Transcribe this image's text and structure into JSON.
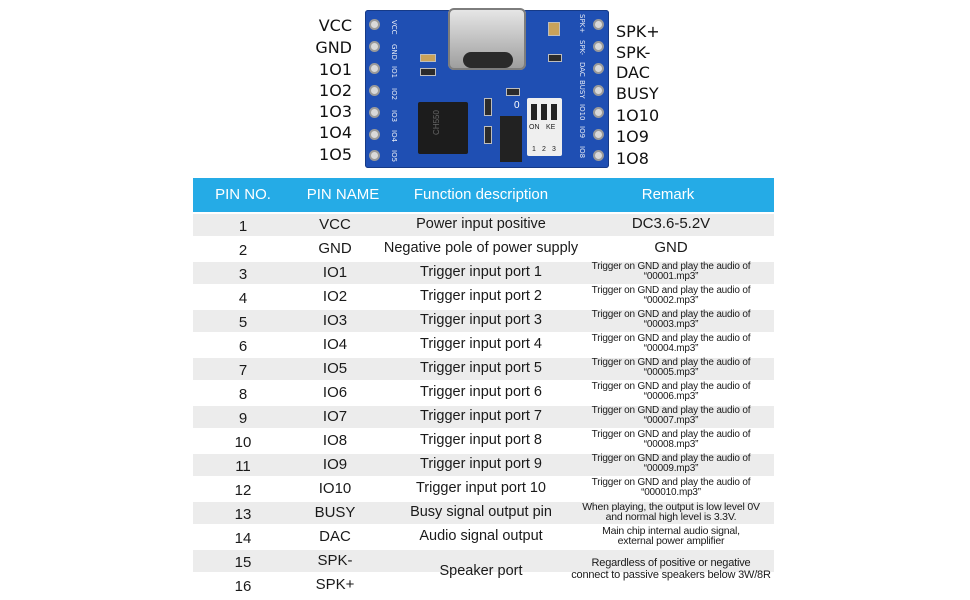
{
  "board": {
    "left_pins": [
      "VCC",
      "GND",
      "1O1",
      "1O2",
      "1O3",
      "1O4",
      "1O5"
    ],
    "right_pins": [
      "SPK+",
      "SPK-",
      "DAC",
      "BUSY",
      "1O10",
      "1O9",
      "1O8"
    ],
    "silk_left": [
      "VCC",
      "GND",
      "IO1",
      "IO2",
      "IO3",
      "IO4",
      "IO5"
    ],
    "silk_right": [
      "SPK+",
      "SPK-",
      "DAC",
      "BUSY",
      "IO10",
      "IO9",
      "IO8"
    ],
    "chip_mark": "CH550",
    "dip_labels": {
      "on": "ON",
      "ke": "KE",
      "nums": [
        "1",
        "2",
        "3"
      ]
    },
    "zero_mark": "0"
  },
  "table": {
    "headers": {
      "pin_no": "PIN NO.",
      "pin_name": "PIN NAME",
      "function": "Function description",
      "remark": "Remark"
    },
    "rows": [
      {
        "no": "1",
        "name": "VCC",
        "func": "Power input positive",
        "remark": "DC3.6-5.2V",
        "remark_small": false
      },
      {
        "no": "2",
        "name": "GND",
        "func": "Negative pole of power supply",
        "remark": "GND",
        "remark_small": false
      },
      {
        "no": "3",
        "name": "IO1",
        "func": "Trigger input port 1",
        "remark_l1": "Trigger on GND and play the audio of",
        "remark_l2": "“00001.mp3”",
        "remark_small": true
      },
      {
        "no": "4",
        "name": "IO2",
        "func": "Trigger input port 2",
        "remark_l1": "Trigger on GND and play the audio of",
        "remark_l2": "“00002.mp3”",
        "remark_small": true
      },
      {
        "no": "5",
        "name": "IO3",
        "func": "Trigger input port 3",
        "remark_l1": "Trigger on GND and play the audio of",
        "remark_l2": "“00003.mp3”",
        "remark_small": true
      },
      {
        "no": "6",
        "name": "IO4",
        "func": "Trigger input port 4",
        "remark_l1": "Trigger on GND and play the audio of",
        "remark_l2": "“00004.mp3”",
        "remark_small": true
      },
      {
        "no": "7",
        "name": "IO5",
        "func": "Trigger input port 5",
        "remark_l1": "Trigger on GND and play the audio of",
        "remark_l2": "“00005.mp3”",
        "remark_small": true
      },
      {
        "no": "8",
        "name": "IO6",
        "func": "Trigger input port 6",
        "remark_l1": "Trigger on GND and play the audio of",
        "remark_l2": "“00006.mp3”",
        "remark_small": true
      },
      {
        "no": "9",
        "name": "IO7",
        "func": "Trigger input port 7",
        "remark_l1": "Trigger on GND and play the audio of",
        "remark_l2": "“00007.mp3”",
        "remark_small": true
      },
      {
        "no": "10",
        "name": "IO8",
        "func": "Trigger input port 8",
        "remark_l1": "Trigger on GND and play the audio of",
        "remark_l2": "“00008.mp3”",
        "remark_small": true
      },
      {
        "no": "11",
        "name": "IO9",
        "func": "Trigger input port 9",
        "remark_l1": "Trigger on GND and play the audio of",
        "remark_l2": "“00009.mp3”",
        "remark_small": true
      },
      {
        "no": "12",
        "name": "IO10",
        "func": "Trigger input port 10",
        "remark_l1": "Trigger on GND and play the audio of",
        "remark_l2": "“000010.mp3”",
        "remark_small": true
      },
      {
        "no": "13",
        "name": "BUSY",
        "func": "Busy signal output pin",
        "remark_l1": "When playing, the output is low level 0V",
        "remark_l2": "and normal high level is 3.3V.",
        "remark_small": true
      },
      {
        "no": "14",
        "name": "DAC",
        "func": "Audio signal output",
        "remark_l1": "Main chip internal audio signal,",
        "remark_l2": "external power amplifier",
        "remark_small": true
      },
      {
        "no": "15",
        "name": "SPK-",
        "func": "Speaker port",
        "remark_l1": "Regardless of positive or negative",
        "remark_l2": "connect to passive speakers below 3W/8R",
        "remark_small": true
      },
      {
        "no": "16",
        "name": "SPK+",
        "func": "",
        "remark": "",
        "remark_small": false
      }
    ]
  },
  "colors": {
    "header_bg": "#25abe6",
    "row_shade": "#ececec",
    "pcb": "#1f4fb3"
  }
}
